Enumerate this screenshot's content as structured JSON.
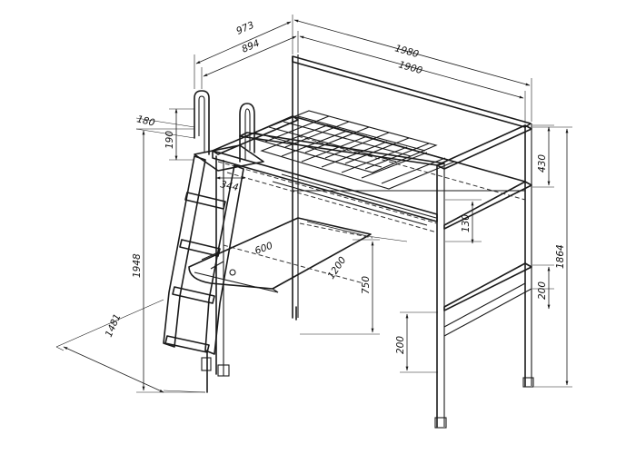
{
  "dimensions": {
    "total_depth": "973",
    "inner_depth": "894",
    "total_length": "1980",
    "inner_length": "1900",
    "ladder_hook": "180",
    "guard_height": "190",
    "rail_height": "430",
    "ladder_step": "344",
    "mattress_height": "130",
    "desk_width": "600",
    "desk_length": "1200",
    "desk_height": "750",
    "total_height": "1948",
    "side_height": "1864",
    "lower_rail": "200",
    "floor_rail": "200",
    "ladder_base": "1481"
  },
  "colors": {
    "line": "#1a1a1a",
    "background": "#ffffff"
  }
}
